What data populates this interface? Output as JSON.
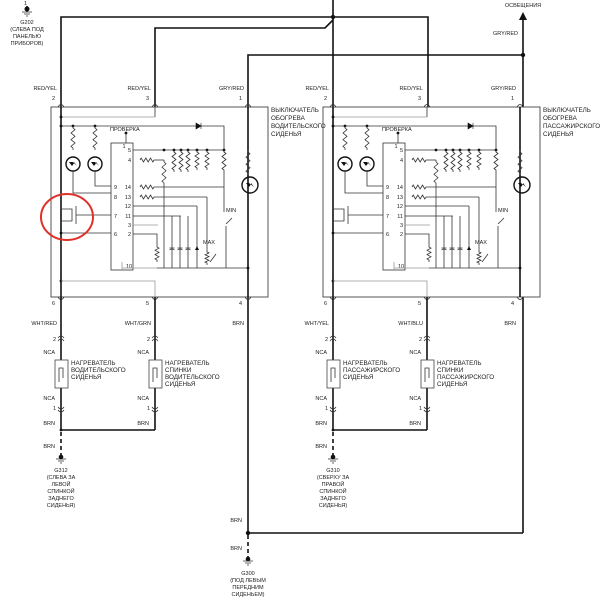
{
  "grounds": {
    "g202": {
      "id": "G202",
      "lines": [
        "(СЛЕВА ПОД",
        "ПАНЕЛЬЮ",
        "ПРИБОРОВ)"
      ],
      "pin": "1"
    },
    "g312": {
      "id": "G312",
      "lines": [
        "(СЛЕВА ЗА",
        "ЛЕВОЙ",
        "СПИНКОЙ",
        "ЗАДНЕГО",
        "СИДЕНЬЯ)"
      ]
    },
    "g310": {
      "id": "G310",
      "lines": [
        "(СВЕРХУ ЗА",
        "ПРАВОЙ",
        "СПИНКОЙ",
        "ЗАДНЕГО",
        "СИДЕНЬЯ)"
      ]
    },
    "g300": {
      "id": "G300",
      "lines": [
        "(ПОД ЛЕВЫМ",
        "ПЕРЕДНИМ",
        "СИДЕНЬЕМ)"
      ]
    }
  },
  "lighting_label": "ОСВЕЩЕНИЯ",
  "lighting_wire": "GRY/RED",
  "driver": {
    "title": [
      "ВЫКЛЮЧАТЕЛЬ",
      "ОБОГРЕВА",
      "ВОДИТЕЛЬСКОГО",
      "СИДЕНЬЯ"
    ],
    "top_wires": [
      {
        "color": "RED/YEL",
        "pin": "2"
      },
      {
        "color": "RED/YEL",
        "pin": "3"
      },
      {
        "color": "GRY/RED",
        "pin": "1"
      }
    ],
    "bottom_wires": [
      {
        "pin": "6",
        "color": "WHT/RED"
      },
      {
        "pin": "5",
        "color": "WHT/GRN"
      },
      {
        "pin": "4",
        "color": "BRN"
      }
    ],
    "heater_seat": {
      "lines": [
        "НАГРЕВАТЕЛЬ",
        "ВОДИТЕЛЬСКОГО",
        "СИДЕНЬЯ"
      ],
      "pin_top": "2",
      "pin_bottom": "1",
      "conn": "NCA",
      "out": "BRN"
    },
    "heater_back": {
      "lines": [
        "НАГРЕВАТЕЛЬ",
        "СПИНКИ",
        "ВОДИТЕЛЬСКОГО",
        "СИДЕНЬЯ"
      ],
      "pin_top": "2",
      "pin_bottom": "1",
      "conn": "NCA",
      "out": "BRN"
    },
    "ground_wire": "BRN"
  },
  "passenger": {
    "title": [
      "ВЫКЛЮЧАТЕЛЬ",
      "ОБОГРЕВА",
      "ПАССАЖИРСКОГО",
      "СИДЕНЬЯ"
    ],
    "top_wires": [
      {
        "color": "RED/YEL",
        "pin": "2"
      },
      {
        "color": "RED/YEL",
        "pin": "3"
      },
      {
        "color": "GRY/RED",
        "pin": "1"
      }
    ],
    "bottom_wires": [
      {
        "pin": "6",
        "color": "WHT/YEL"
      },
      {
        "pin": "5",
        "color": "WHT/BLU"
      },
      {
        "pin": "4",
        "color": "BRN"
      }
    ],
    "heater_seat": {
      "lines": [
        "НАГРЕВАТЕЛЬ",
        "ПАССАЖИРСКОГО",
        "СИДЕНЬЯ"
      ],
      "pin_top": "2",
      "pin_bottom": "1",
      "conn": "NCA",
      "out": "BRN"
    },
    "heater_back": {
      "lines": [
        "НАГРЕВАТЕЛЬ",
        "СПИНКИ",
        "ПАССАЖИРСКОГО",
        "СИДЕНЬЯ"
      ],
      "pin_top": "2",
      "pin_bottom": "1",
      "conn": "NCA",
      "out": "BRN"
    },
    "ground_wire": "BRN"
  },
  "g300_wires": [
    "BRN",
    "BRN"
  ],
  "module": {
    "check_label": "ПРОВЕРКА",
    "min_label": "MIN",
    "max_label": "MAX",
    "pins_left": [
      "9",
      "8",
      "7",
      "6"
    ],
    "pins_right": [
      "5",
      "4",
      "14",
      "13",
      "12",
      "11",
      "3",
      "2"
    ],
    "pin_top": "1",
    "pin_bottom": "10"
  },
  "highlight_color": "#e0302a"
}
